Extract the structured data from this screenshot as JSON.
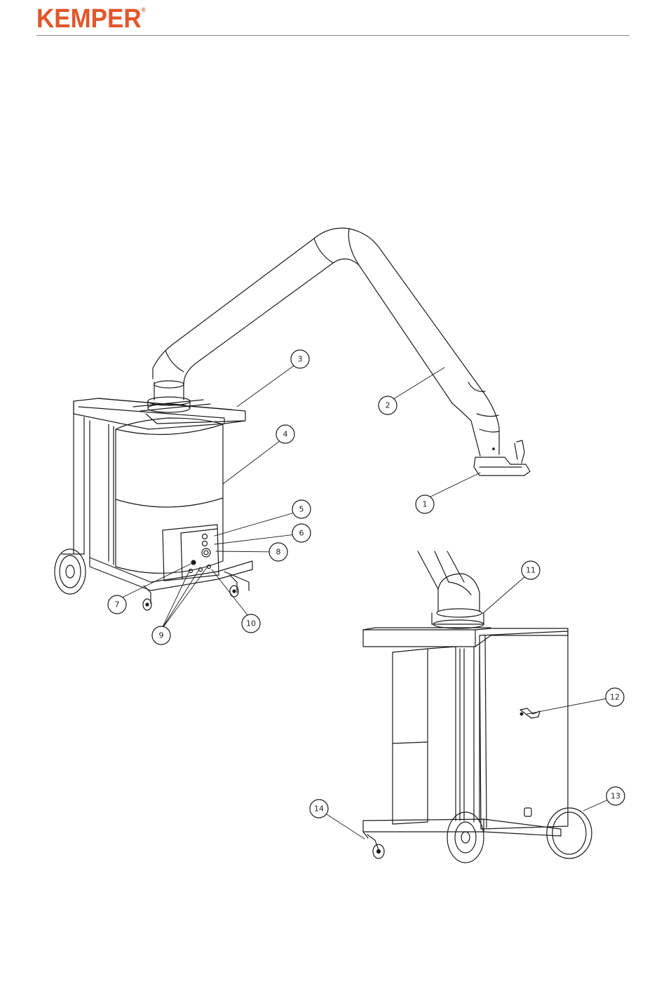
{
  "header": {
    "brand": "KEMPER",
    "registered_mark": "®",
    "brand_color": "#e2562b",
    "rule_color": "#8a8a8a"
  },
  "figure": {
    "callouts": [
      "1",
      "2",
      "3",
      "4",
      "5",
      "6",
      "7",
      "8",
      "9",
      "10",
      "11",
      "12",
      "13",
      "14"
    ]
  }
}
